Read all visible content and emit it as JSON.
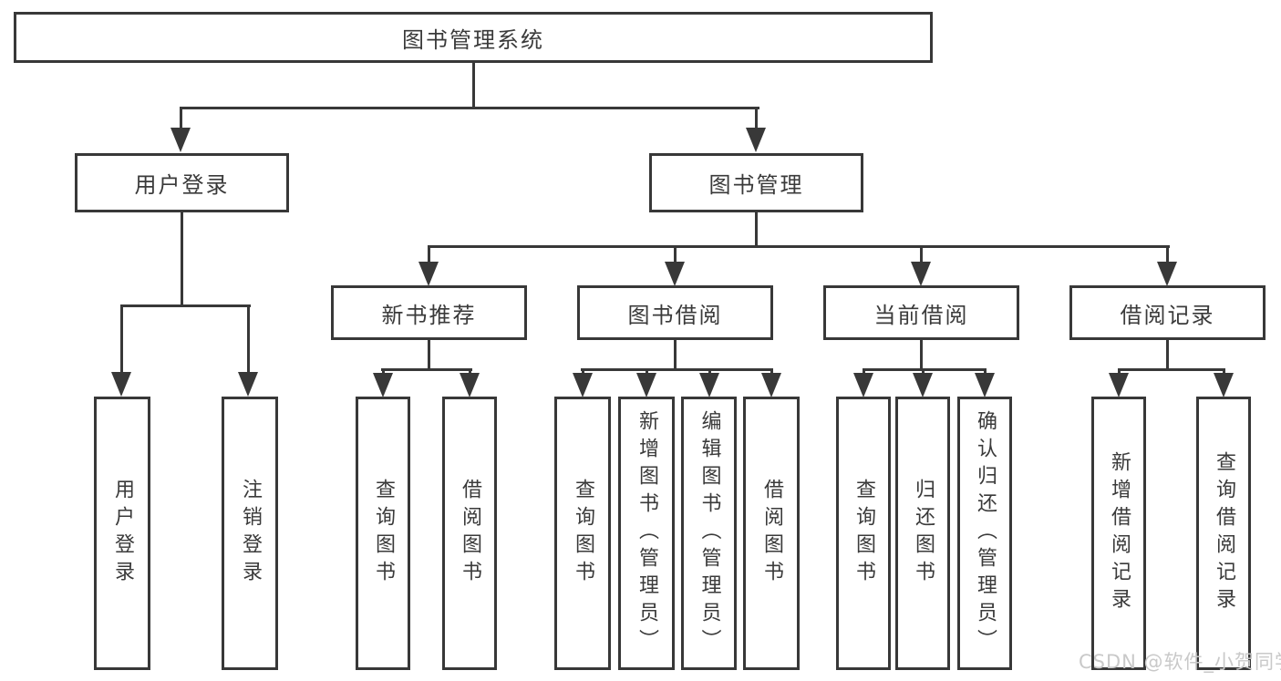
{
  "diagram": {
    "root": {
      "label": "图书管理系统"
    },
    "level2": [
      {
        "label": "用户登录"
      },
      {
        "label": "图书管理"
      }
    ],
    "level3": [
      {
        "label": "新书推荐"
      },
      {
        "label": "图书借阅"
      },
      {
        "label": "当前借阅"
      },
      {
        "label": "借阅记录"
      }
    ],
    "leaves": {
      "user_login": [
        {
          "label": "用户登录"
        },
        {
          "label": "注销登录"
        }
      ],
      "new_book_recommend": [
        {
          "label": "查询图书"
        },
        {
          "label": "借阅图书"
        }
      ],
      "book_borrow": [
        {
          "label": "查询图书"
        },
        {
          "label": "新增图书（管理员）"
        },
        {
          "label": "编辑图书（管理员）"
        },
        {
          "label": "借阅图书"
        }
      ],
      "current_borrow": [
        {
          "label": "查询图书"
        },
        {
          "label": "归还图书"
        },
        {
          "label": "确认归还（管理员）"
        }
      ],
      "borrow_record": [
        {
          "label": "新增借阅记录"
        },
        {
          "label": "查询借阅记录"
        }
      ]
    },
    "colors": {
      "line": "#383838",
      "text": "#3a3a3a",
      "background": "#ffffff"
    }
  },
  "watermark": {
    "text": "CSDN @软件_小贺同学",
    "color": "#c9c9c9"
  }
}
